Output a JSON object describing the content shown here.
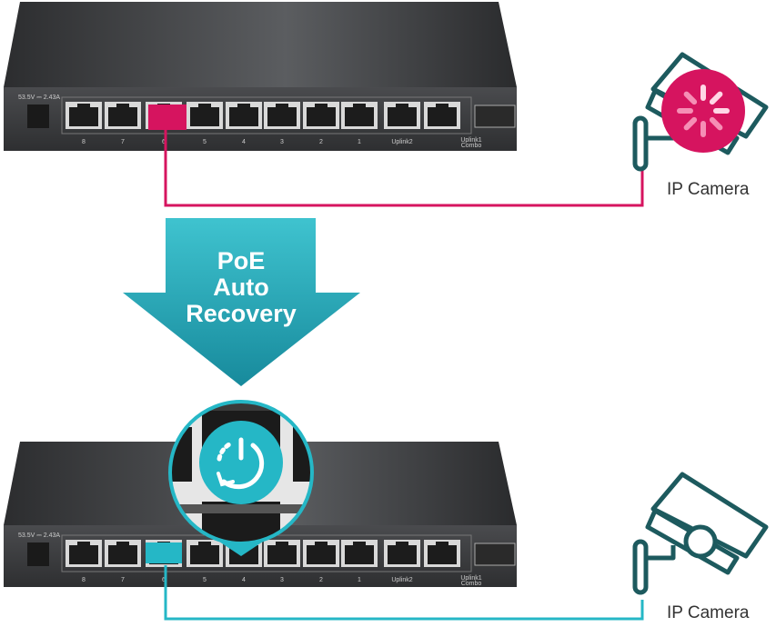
{
  "colors": {
    "fault": "#d6145f",
    "recovered": "#25b7c6",
    "arrow": "#1f9fb0",
    "camera_outline": "#1d5a5e",
    "switch_body": "#3a3b3d"
  },
  "switch": {
    "power_label": "53.5V ⎓ 2.43A",
    "port_labels": [
      "8",
      "7",
      "6",
      "5",
      "4",
      "3",
      "2",
      "1",
      "Uplink2"
    ],
    "uplink1_label": "Uplink1",
    "combo_label": "Combo"
  },
  "top": {
    "camera_label": "IP Camera",
    "camera_icon": "loading-spinner-icon",
    "status": "fault"
  },
  "arrow": {
    "line1": "PoE",
    "line2": "Auto",
    "line3": "Recovery"
  },
  "bottom": {
    "camera_label": "IP Camera",
    "zoom_icon": "power-restart-icon",
    "status": "recovered"
  }
}
